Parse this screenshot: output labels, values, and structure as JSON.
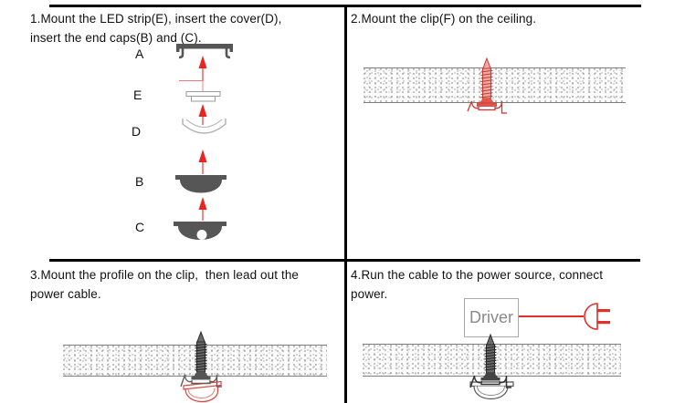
{
  "document": {
    "type": "led-profile-installation-instructions",
    "colors": {
      "accent_red": "#e0302a",
      "part_dark_gray": "#565656",
      "outline_light_gray": "#b0b0b0",
      "text": "#111111",
      "driver_text_gray": "#8a8a8a"
    }
  },
  "panels": {
    "step1": {
      "caption_lines": [
        "1.Mount the LED strip(E), insert the cover(D),",
        "insert the end caps(B) and (C)."
      ],
      "part_labels": [
        "A",
        "E",
        "D",
        "B",
        "C"
      ]
    },
    "step2": {
      "caption_lines": [
        "2.Mount the clip(F) on the ceiling."
      ]
    },
    "step3": {
      "caption_lines": [
        "3.Mount the profile on the clip,  then lead out the",
        "power cable."
      ]
    },
    "step4": {
      "caption_lines": [
        "4.Run the cable to the power source, connect",
        "power."
      ],
      "driver_label": "Driver"
    }
  }
}
